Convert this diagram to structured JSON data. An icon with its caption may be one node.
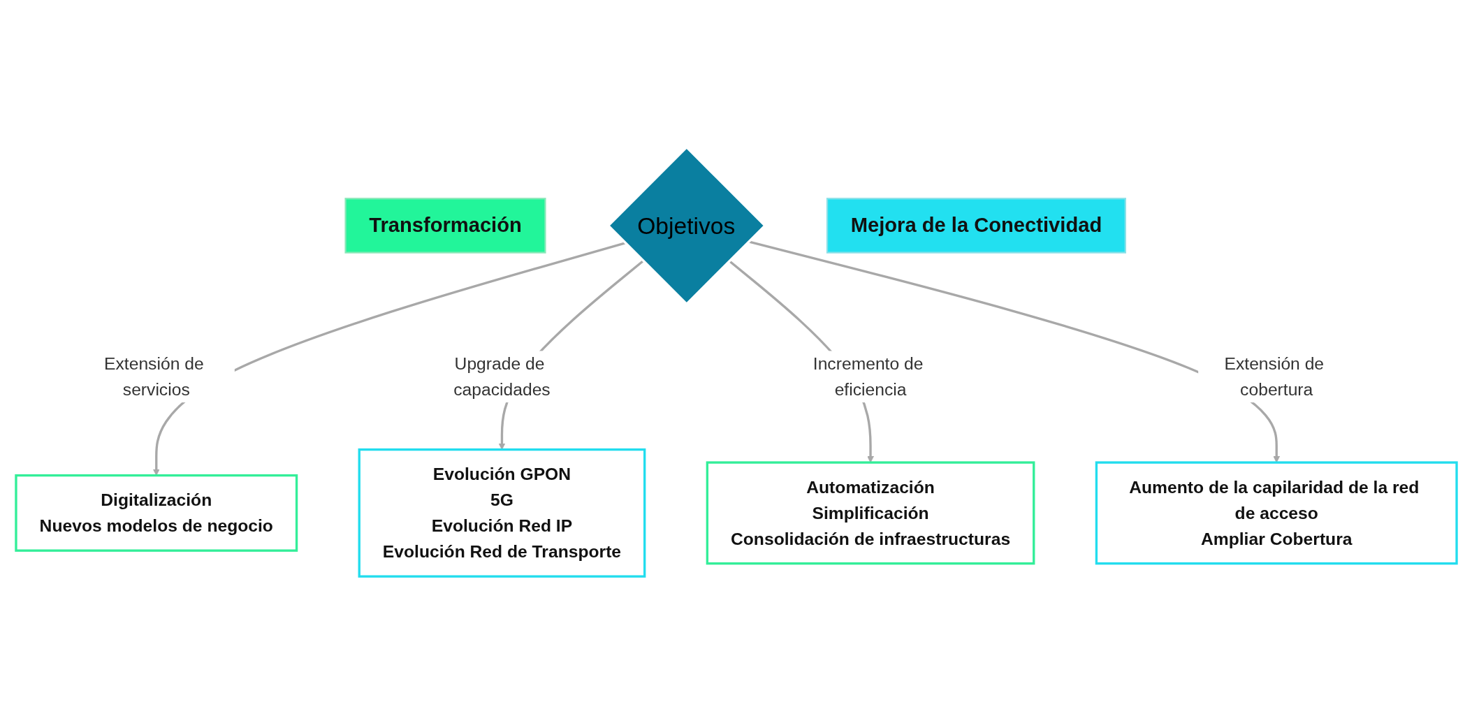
{
  "diagram": {
    "nodes": [
      {
        "text": [
          "Digitalización",
          "Nuevos modelos de negocio"
        ]
      },
      {
        "text": [
          "Evolución GPON",
          "5G",
          "Evolución Red IP",
          "Evolución Red de Transporte"
        ]
      },
      {
        "text": [
          "Transformación"
        ]
      },
      {
        "text": [
          "Objetivos"
        ]
      },
      {
        "text": [
          "Mejora de la Conectividad"
        ]
      },
      {
        "text": [
          "Automatización",
          "Simplificación",
          "Consolidación de infraestructuras"
        ]
      },
      {
        "text": [
          "Aumento de la capilaridad de la red de acceso",
          "Ampliar Cobertura"
        ]
      }
    ],
    "edges": [
      {
        "from": 3,
        "to": 0,
        "arrow": "to",
        "label": "Extensión de servicios"
      },
      {
        "from": 3,
        "to": 1,
        "arrow": "to",
        "label": "Upgrade de capacidades"
      },
      {
        "from": 3,
        "to": 5,
        "arrow": "to",
        "label": "Incremento de eficiencia"
      },
      {
        "from": 3,
        "to": 6,
        "arrow": "to",
        "label": "Extensión de cobertura"
      }
    ]
  }
}
